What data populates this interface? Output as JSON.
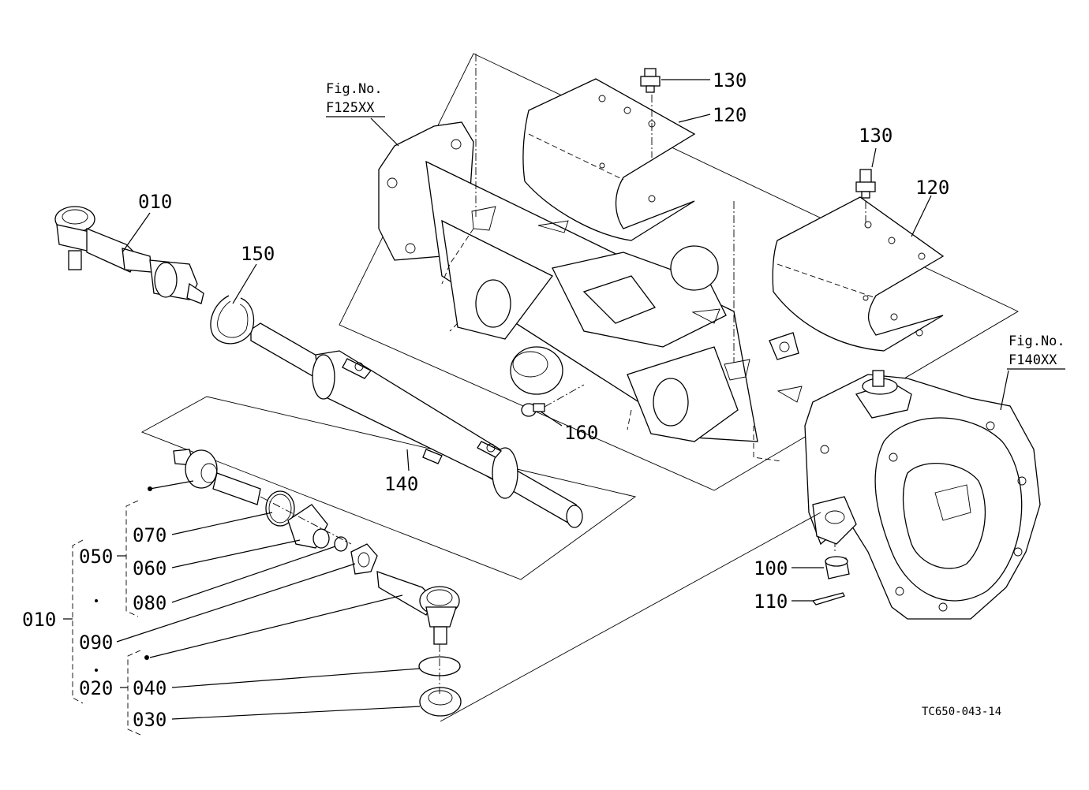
{
  "diagram": {
    "figure_refs": [
      {
        "line1": "Fig.No.",
        "line2": "F125XX"
      },
      {
        "line1": "Fig.No.",
        "line2": "F140XX"
      }
    ],
    "part_numbers": {
      "p010_top": "010",
      "p150": "150",
      "p130_a": "130",
      "p120_a": "120",
      "p130_b": "130",
      "p120_b": "120",
      "p160": "160",
      "p140": "140",
      "p100": "100",
      "p110": "110",
      "p070": "070",
      "p050": "050",
      "p060": "060",
      "p010_group": "010",
      "p080": "080",
      "p090": "090",
      "p020": "020",
      "p040": "040",
      "p030": "030"
    },
    "drawing_code": "TC650-043-14"
  }
}
